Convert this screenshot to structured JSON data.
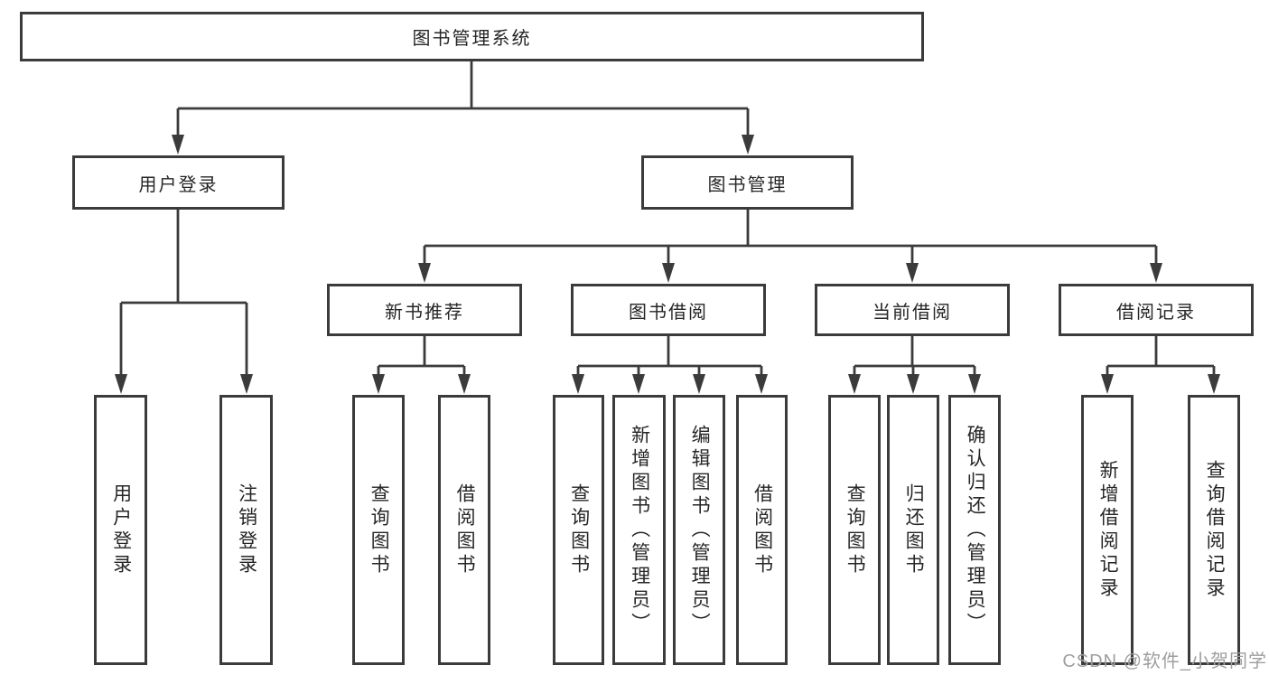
{
  "colors": {
    "line": "#3b3b3b",
    "box_border": "#3b3b3b",
    "box_fill": "#ffffff",
    "text": "#262626",
    "watermark": "#9e9e9e",
    "background": "#ffffff"
  },
  "tree": {
    "root": {
      "label": "图书管理系统"
    },
    "children": [
      {
        "label": "用户登录",
        "children": [
          {
            "label": "用户登录"
          },
          {
            "label": "注销登录"
          }
        ]
      },
      {
        "label": "图书管理",
        "children": [
          {
            "label": "新书推荐",
            "children": [
              {
                "label": "查询图书"
              },
              {
                "label": "借阅图书"
              }
            ]
          },
          {
            "label": "图书借阅",
            "children": [
              {
                "label": "查询图书"
              },
              {
                "label": "新增图书（管理员）"
              },
              {
                "label": "编辑图书（管理员）"
              },
              {
                "label": "借阅图书"
              }
            ]
          },
          {
            "label": "当前借阅",
            "children": [
              {
                "label": "查询图书"
              },
              {
                "label": "归还图书"
              },
              {
                "label": "确认归还（管理员）"
              }
            ]
          },
          {
            "label": "借阅记录",
            "children": [
              {
                "label": "新增借阅记录"
              },
              {
                "label": "查询借阅记录"
              }
            ]
          }
        ]
      }
    ]
  },
  "watermark": {
    "text": "CSDN @软件_小贺同学"
  }
}
